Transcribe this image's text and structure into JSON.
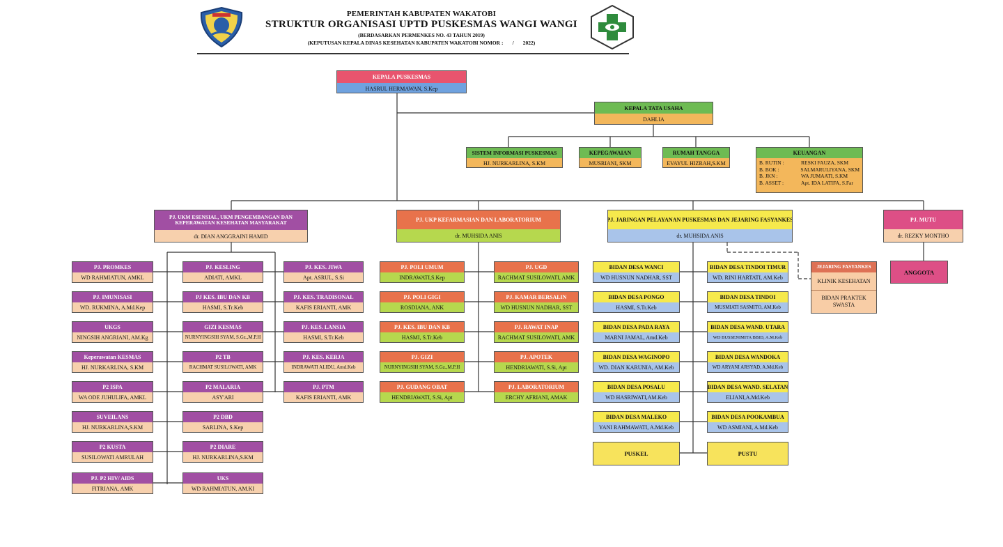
{
  "header": {
    "line1": "PEMERINTAH KABUPATEN WAKATOBI",
    "line2": "STRUKTUR ORGANISASI UPTD PUSKESMAS WANGI WANGI",
    "line3": "(BERDASARKAN PERMENKES NO. 43 TAHUN 2019)",
    "line4": "(KEPUTUSAN KEPALA DINAS KESEHATAN KABUPATEN WAKATOBI NOMOR :       /       2022)"
  },
  "colors": {
    "red": "#e8546e",
    "blue": "#6fa2df",
    "green": "#6ebb53",
    "orange": "#f3b75b",
    "purple": "#a14fa3",
    "peach": "#f7d0ad",
    "coral": "#e8724b",
    "lime": "#b6d84e",
    "yellow": "#f6e94c",
    "lightblue": "#a9c4ea",
    "pink": "#dd4f86",
    "gold": "#f7e35c",
    "salmon": "#de7155",
    "lightpeach": "#f8cda6"
  },
  "head": {
    "title": "KEPALA PUSKESMAS",
    "name": "HASRUL HERMAWAN, S.Kep"
  },
  "tu": {
    "title": "KEPALA TATA USAHA",
    "name": "DAHLIA"
  },
  "admin": [
    {
      "title": "SISTEM INFORMASI PUSKESMAS",
      "name": "HJ. NURKARLINA, S.KM"
    },
    {
      "title": "KEPEGAWAIAN",
      "name": "MUSRIANI, SKM"
    },
    {
      "title": "RUMAH TANGGA",
      "name": "EVAYUL HIZRAH,S.KM"
    }
  ],
  "keuangan": {
    "title": "KEUANGAN",
    "rows": [
      {
        "k": "B. RUTIN     :",
        "v": "RESKI FAUZA, SKM"
      },
      {
        "k": "B. BOK         :",
        "v": "SALMARULIYANA, SKM"
      },
      {
        "k": "B. JKN          :",
        "v": "WA JUMAATI, S.KM"
      },
      {
        "k": "B. ASSET     :",
        "v": "Apt. IDA LATIFA, S.Far"
      }
    ]
  },
  "pj": [
    {
      "title": "PJ. UKM ESENSIAL, UKM PENGEMBANGAN DAN KEPERAWATAN KESEHATAN MASYARAKAT",
      "name": "dr. DIAN ANGGRAINI HAMID"
    },
    {
      "title": "PJ. UKP KEFARMASIAN DAN LABORATORIUM",
      "name": "dr. MUHSIDA ANIS"
    },
    {
      "title": "PJ. JARINGAN PELAYANAN PUSKESMAS DAN JEJARING FASYANKES",
      "name": "dr. MUHSIDA ANIS"
    },
    {
      "title": "PJ. MUTU",
      "name": "dr. REZKY MONTHO"
    }
  ],
  "ukm_col1": [
    {
      "title": "PJ. PROMKES",
      "name": "WD RAHMIATUN, AMKL"
    },
    {
      "title": "PJ. IMUNISASI",
      "name": "WD. RUKMINA, A.Md.Kep"
    },
    {
      "title": "UKGS",
      "name": "NINGSIH ANGRIANI, AM.Kg"
    },
    {
      "title": "Keperawatan KESMAS",
      "name": "HJ. NURKARLINA, S.KM"
    },
    {
      "title": "P2 ISPA",
      "name": "WA ODE JUHULIFA, AMKL"
    },
    {
      "title": "SUVEILANS",
      "name": "HJ. NURKARLINA,S.KM"
    },
    {
      "title": "P2 KUSTA",
      "name": "SUSILOWATI AMRULAH"
    },
    {
      "title": "PJ. P2 HIV/ AIDS",
      "name": "FITRIANA, AMK"
    }
  ],
  "ukm_col2": [
    {
      "title": "PJ. KESLING",
      "name": "ADIATI, AMKL"
    },
    {
      "title": "PJ KES. IBU DAN KB",
      "name": "HASMI, S.Tr.Keb"
    },
    {
      "title": "GIZI KESMAS",
      "name": "NURNYINGSIH SYAM, S.Gz.,M.P.H"
    },
    {
      "title": "P2 TB",
      "name": "RACHMAT SUSILOWATI, AMK"
    },
    {
      "title": "P2 MALARIA",
      "name": "ASY'ARI"
    },
    {
      "title": "P2 DBD",
      "name": "SARLINA, S.Kep"
    },
    {
      "title": "P2 DIARE",
      "name": "HJ. NURKARLINA,S.KM"
    },
    {
      "title": "UKS",
      "name": "WD RAHMIATUN, AM.KI"
    }
  ],
  "ukm_col3": [
    {
      "title": "PJ. KES. JIWA",
      "name": "Apt. ASRUL, S.Si"
    },
    {
      "title": "PJ. KES. TRADISONAL",
      "name": "KAFIS ERIANTI, AMK"
    },
    {
      "title": "PJ. KES. LANSIA",
      "name": "HASMI, S.Tr.Keb"
    },
    {
      "title": "PJ. KES. KERJA",
      "name": "INDRAWATI ALIDU, Amd.Keb"
    },
    {
      "title": "PJ. PTM",
      "name": "KAFIS ERIANTI, AMK"
    }
  ],
  "ukp_col1": [
    {
      "title": "PJ. POLI UMUM",
      "name": "INDRAWATI,S.Kep"
    },
    {
      "title": "PJ. POLI GIGI",
      "name": "ROSDIANA, ANK"
    },
    {
      "title": "PJ. KES. IBU DAN KB",
      "name": "HASMI, S.Tr.Keb"
    },
    {
      "title": "PJ. GIZI",
      "name": "NURNYINGSIH SYAM, S.Gz.,M.P.H"
    },
    {
      "title": "PJ. GUDANG OBAT",
      "name": "HENDRIAWATI, S.Si, Apt"
    }
  ],
  "ukp_col2": [
    {
      "title": "PJ. UGD",
      "name": "RACHMAT SUSILOWATI, AMK"
    },
    {
      "title": "PJ. KAMAR BERSALIN",
      "name": "WD HUSNUN NADHAR, SST"
    },
    {
      "title": "PJ. RAWAT INAP",
      "name": "RACHMAT SUSILOWATI, AMK"
    },
    {
      "title": "PJ. APOTEK",
      "name": "HENDRIAWATI, S.Si, Apt"
    },
    {
      "title": "PJ. LABORATORIUM",
      "name": "ERCHY AFRIANI, AMAK"
    }
  ],
  "desa_col1": [
    {
      "title": "BIDAN DESA WANCI",
      "name": "WD HUSNUN NADHAR, SST"
    },
    {
      "title": "BIDAN DESA PONGO",
      "name": "HASMI, S.Tr.Keb"
    },
    {
      "title": "BIDAN DESA PADA RAYA",
      "name": "MARNI JAMAL, Amd.Keb"
    },
    {
      "title": "BIDAN DESA WAGINOPO",
      "name": "WD. DIAN KARUNIA, AM.Keb"
    },
    {
      "title": "BIDAN DESA POSALU",
      "name": "WD HASRIWATI,AM.Keb"
    },
    {
      "title": "BIDAN DESA MALEKO",
      "name": "YANI RAHMAWATI, A.Md.Keb"
    }
  ],
  "desa_col2": [
    {
      "title": "BIDAN DESA TINDOI TIMUR",
      "name": "WD. RINI HARTATI, AM.Keb"
    },
    {
      "title": "BIDAN DESA TINDOI",
      "name": "MUSMIATI SASMITO, AM.Keb"
    },
    {
      "title": "BIDAN DESA WAND. UTARA",
      "name": "WD BUSSENIMITA BBID, A.M.Keb"
    },
    {
      "title": "BIDAN DESA WANDOKA",
      "name": "WD ARYANI ARSYAD, A.Md.Keb"
    },
    {
      "title": "BIDAN DESA WAND. SELATAN",
      "name": "ELIANI,A.Md.Keb"
    },
    {
      "title": "BIDAN DESA POOKAMBUA",
      "name": "WD ASMIANI, A.Md.Keb"
    }
  ],
  "puskel": "PUSKEL",
  "pustu": "PUSTU",
  "jejaring": {
    "title": "JEJARING FASYANKES",
    "items": [
      "KLINIK KESEHATAN",
      "BIDAN PRAKTEK SWASTA"
    ]
  },
  "anggota": "ANGGOTA"
}
